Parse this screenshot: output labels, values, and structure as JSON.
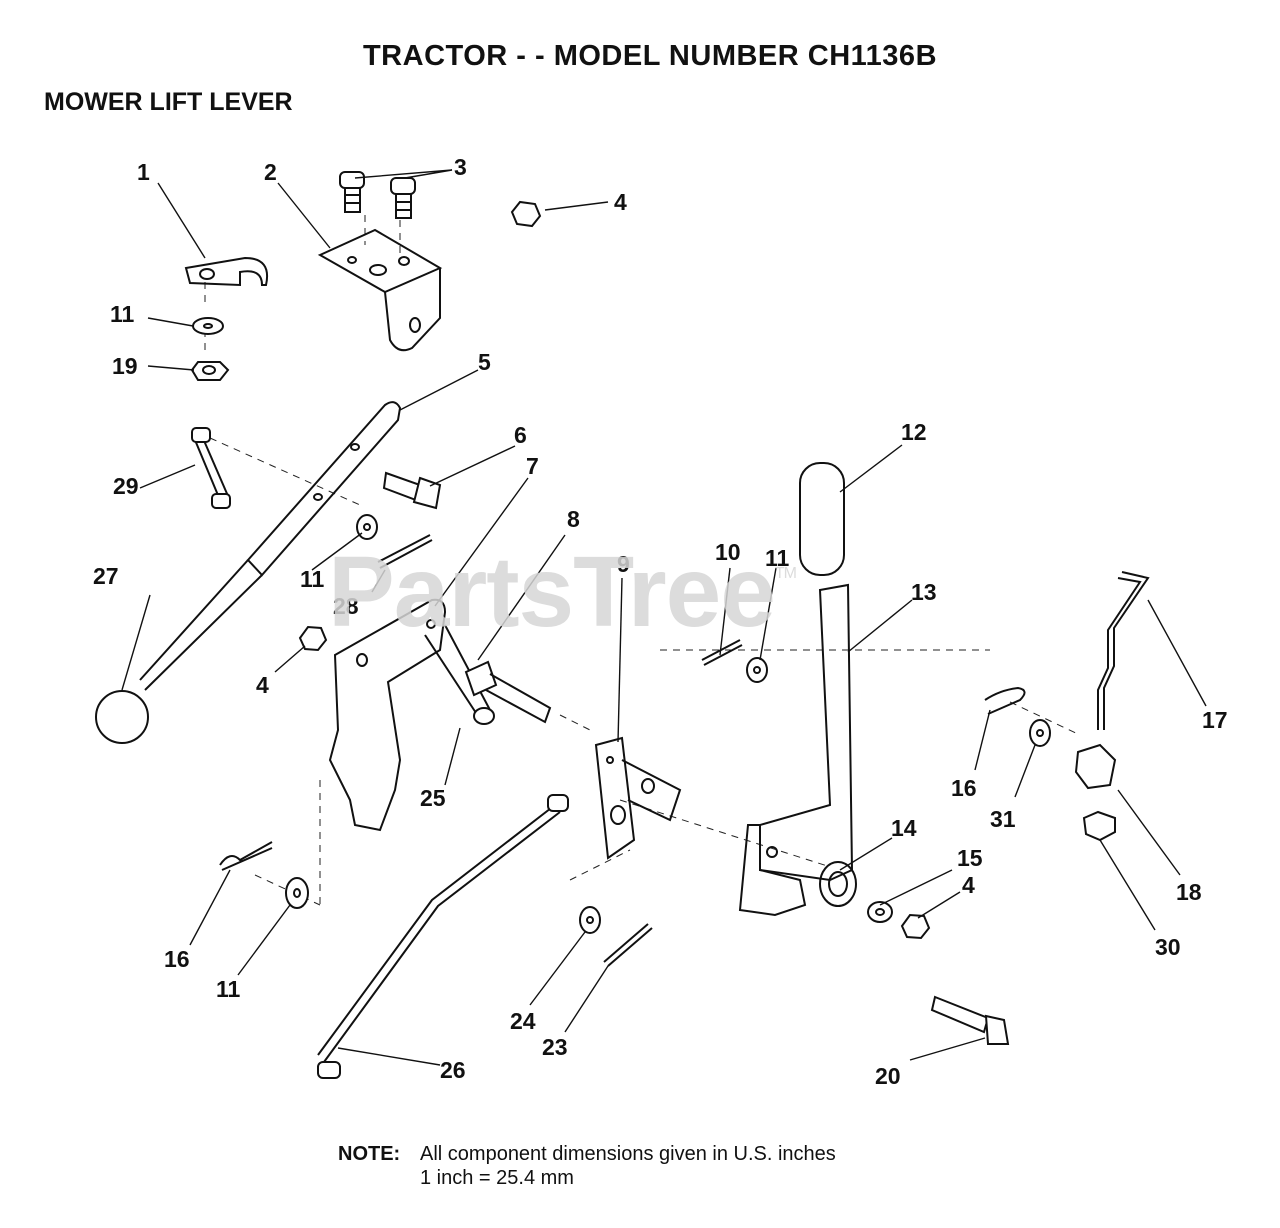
{
  "title": "TRACTOR  - - MODEL NUMBER CH1136B",
  "subtitle": "MOWER LIFT LEVER",
  "watermark": "PartsTree",
  "watermark_mark": "TM",
  "note": {
    "label": "NOTE:",
    "line1": "All component dimensions given in U.S. inches",
    "line2": "1 inch = 25.4 mm"
  },
  "callouts": [
    "1",
    "2",
    "3",
    "4",
    "5",
    "6",
    "7",
    "8",
    "9",
    "10",
    "11",
    "12",
    "13",
    "14",
    "15",
    "16",
    "17",
    "18",
    "19",
    "20",
    "23",
    "24",
    "25",
    "26",
    "27",
    "28",
    "29",
    "30",
    "31"
  ]
}
